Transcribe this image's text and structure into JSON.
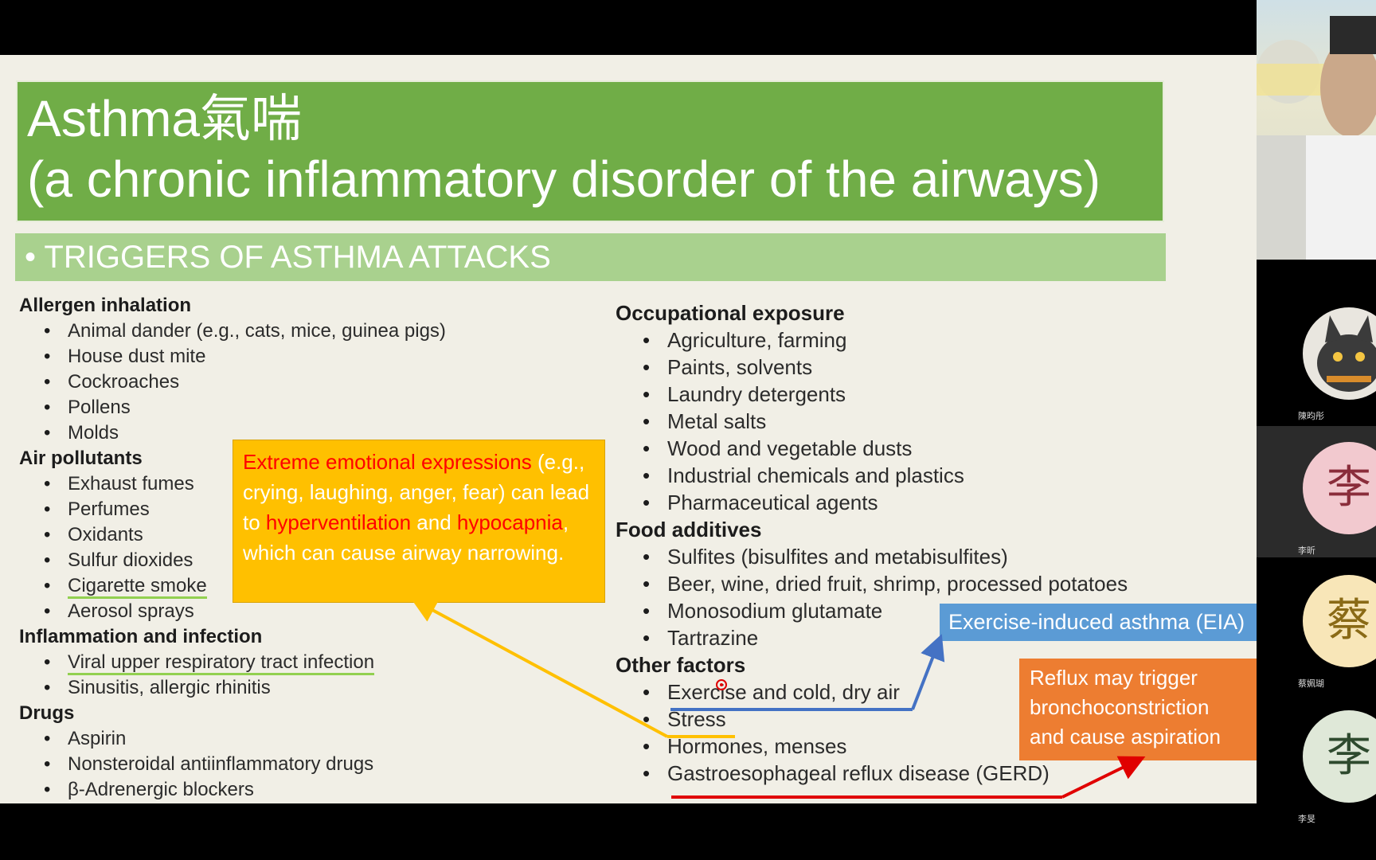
{
  "slide": {
    "title_line1": "Asthma氣喘",
    "title_line2": "(a chronic inflammatory disorder of the airways)",
    "subtitle": "• TRIGGERS OF ASTHMA ATTACKS"
  },
  "left_column": [
    {
      "category": "Allergen inhalation",
      "items": [
        "Animal dander (e.g., cats, mice, guinea pigs)",
        "House dust mite",
        "Cockroaches",
        "Pollens",
        "Molds"
      ]
    },
    {
      "category": "Air pollutants",
      "items": [
        "Exhaust fumes",
        "Perfumes",
        "Oxidants",
        "Sulfur dioxides",
        "Cigarette smoke",
        "Aerosol sprays"
      ]
    },
    {
      "category": "Inflammation and infection",
      "items": [
        "Viral upper respiratory tract infection",
        "Sinusitis, allergic rhinitis"
      ]
    },
    {
      "category": "Drugs",
      "items": [
        "Aspirin",
        "Nonsteroidal antiinflammatory drugs",
        "β-Adrenergic blockers"
      ]
    }
  ],
  "right_column": [
    {
      "category": "Occupational exposure",
      "items": [
        "Agriculture, farming",
        "Paints, solvents",
        "Laundry detergents",
        "Metal salts",
        "Wood and vegetable dusts",
        "Industrial chemicals and plastics",
        "Pharmaceutical agents"
      ]
    },
    {
      "category": "Food additives",
      "items": [
        "Sulfites (bisulfites and metabisulfites)",
        "Beer, wine, dried fruit, shrimp, processed potatoes",
        "Monosodium glutamate",
        "Tartrazine"
      ]
    },
    {
      "category": "Other factors",
      "items": [
        "Exercise and cold, dry air",
        "Stress",
        "Hormones, menses",
        "Gastroesophageal reflux disease (GERD)"
      ]
    }
  ],
  "callouts": {
    "emotion": {
      "part1": "Extreme emotional expressions",
      "part2": " (e.g., crying, laughing, anger, fear) can lead to ",
      "part3": "hyperventilation",
      "part4": " and ",
      "part5": "hypocapnia",
      "part6": ", which can cause airway narrowing."
    },
    "eia": "Exercise-induced asthma (EIA)",
    "reflux": "Reflux may trigger bronchoconstriction and cause aspiration"
  },
  "colors": {
    "title_green": "#70ad47",
    "subtitle_green": "#a9d18e",
    "emotion_yellow": "#ffc000",
    "eia_blue": "#5b9bd5",
    "reflux_orange": "#ed7d31",
    "highlight_red": "#ff0000"
  },
  "participants": [
    {
      "name": "陳昀彤",
      "avatar_type": "image",
      "avatar_icon": "cartoon-animal-icon"
    },
    {
      "name": "李昕",
      "avatar_type": "initial",
      "initial": "李",
      "color": "#f2c9cf",
      "text_color": "#8a2d3b"
    },
    {
      "name": "蔡姵瑚",
      "avatar_type": "initial",
      "initial": "蔡",
      "color": "#f8e6b8",
      "text_color": "#8a6a16"
    },
    {
      "name": "李旻",
      "avatar_type": "initial",
      "initial": "李",
      "color": "#dfe8d8",
      "text_color": "#2e4a2e"
    }
  ]
}
